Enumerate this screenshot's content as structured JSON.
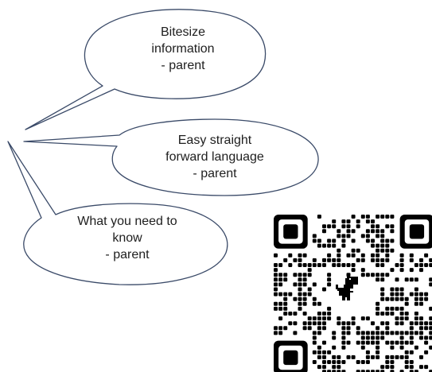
{
  "bubbles": [
    {
      "lines": [
        "Bitesize",
        "information",
        "- parent"
      ]
    },
    {
      "lines": [
        "Easy straight",
        "forward language",
        "- parent"
      ]
    },
    {
      "lines": [
        "What you need to",
        "know",
        "- parent"
      ]
    }
  ],
  "qr_code": {
    "center_icon": "dinosaur-icon",
    "color": "#000000"
  },
  "colors": {
    "bubble_stroke": "#3a4a68",
    "text": "#1e1e1e",
    "background": "#ffffff"
  }
}
